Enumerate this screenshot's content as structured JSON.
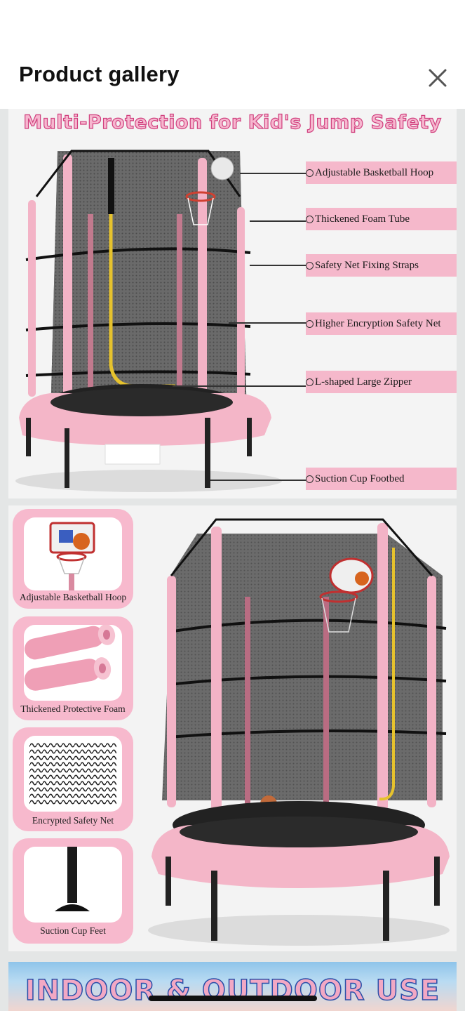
{
  "header": {
    "title": "Product gallery",
    "close_icon": "close-icon"
  },
  "gallery": {
    "image1": {
      "headline": "Multi-Protection for Kid's Jump Safety",
      "callouts": [
        "Adjustable Basketball Hoop",
        "Thickened Foam Tube",
        "Safety Net Fixing Straps",
        "Higher Encryption Safety Net",
        "L-shaped Large Zipper",
        "Suction Cup Footbed"
      ]
    },
    "image2": {
      "features": [
        "Adjustable Basketball Hoop",
        "Thickened Protective Foam",
        "Encrypted Safety Net",
        "Suction Cup Feet"
      ]
    },
    "image3": {
      "banner": "INDOOR & OUTDOOR USE"
    }
  },
  "colors": {
    "pink": "#f5b8cb",
    "pink_dark": "#d0407e",
    "net": "#3a3a3a",
    "frame": "#1c1c1c"
  }
}
